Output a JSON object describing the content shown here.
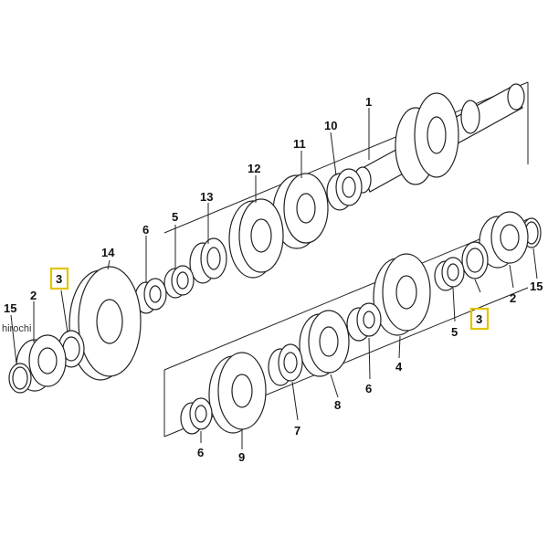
{
  "watermark": "hirochi",
  "callouts": {
    "c1": "1",
    "c10": "10",
    "c11": "11",
    "c12": "12",
    "c13": "13",
    "c5a": "5",
    "c6a": "6",
    "c14": "14",
    "c3a": "3",
    "c2a": "2",
    "c15a": "15",
    "c3b": "3",
    "c2b": "2",
    "c15b": "15",
    "c5b": "5",
    "c4": "4",
    "c6b": "6",
    "c8": "8",
    "c7": "7",
    "c9": "9",
    "c6c": "6"
  },
  "colors": {
    "highlight": "#e2c400",
    "ink": "#222222"
  }
}
